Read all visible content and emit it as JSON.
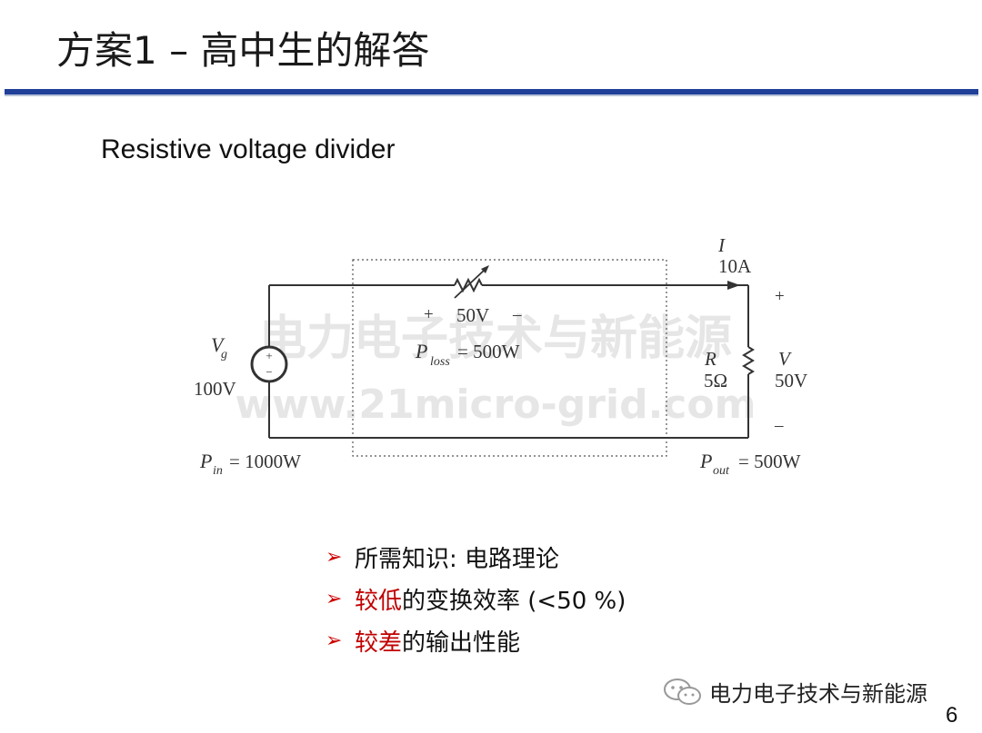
{
  "slide": {
    "title": "方案1 – 高中生的解答",
    "subtitle": "Resistive voltage divider",
    "page_number": "6"
  },
  "circuit": {
    "source_label": "V",
    "source_sub": "g",
    "source_value": "100V",
    "source_plus": "+",
    "source_minus": "−",
    "current_label": "I",
    "current_value": "10A",
    "var_res_plus": "+",
    "var_res_voltage": "50V",
    "var_res_minus": "–",
    "loss_label": "P",
    "loss_sub": "loss",
    "loss_value": "= 500W",
    "r_label": "R",
    "r_value": "5Ω",
    "out_plus": "+",
    "out_v_label": "V",
    "out_v_value": "50V",
    "out_minus": "–",
    "pin_label": "P",
    "pin_sub": "in",
    "pin_value": "= 1000W",
    "pout_label": "P",
    "pout_sub": "out",
    "pout_value": "= 500W"
  },
  "watermark": {
    "line1": "电力电子技术与新能源",
    "line2": "www.21micro-grid.com"
  },
  "bullets": [
    {
      "marker": "➢",
      "highlight": "",
      "text": "所需知识: 电路理论"
    },
    {
      "marker": "➢",
      "highlight": "较低",
      "text": "的变换效率 (<50 %)"
    },
    {
      "marker": "➢",
      "highlight": "较差",
      "text": "的输出性能"
    }
  ],
  "footer": {
    "account": "电力电子技术与新能源"
  },
  "colors": {
    "rule": "#1f3f99",
    "bullet_marker": "#cc0000",
    "highlight": "#c00000"
  }
}
